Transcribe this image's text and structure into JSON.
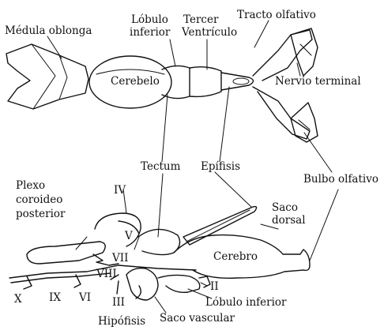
{
  "labels": {
    "medula_oblonga": "Médula oblonga",
    "lobulo_inferior_top_1": "Lóbulo",
    "lobulo_inferior_top_2": "inferior",
    "tercer_ventriculo_1": "Tercer",
    "tercer_ventriculo_2": "Ventrículo",
    "tracto_olfativo": "Tracto olfativo",
    "cerebelo": "Cerebelo",
    "nervio_terminal": "Nervio terminal",
    "tectum": "Tectum",
    "epifisis": "Epífisis",
    "bulbo_olfativo": "Bulbo olfativo",
    "plexo_1": "Plexo",
    "plexo_2": "coroideo",
    "plexo_3": "posterior",
    "saco_dorsal_1": "Saco",
    "saco_dorsal_2": "dorsal",
    "cerebro": "Cerebro",
    "iv": "IV",
    "v": "V",
    "vii": "VII",
    "viii": "VIII",
    "x": "X",
    "ix": "IX",
    "vi": "VI",
    "iii": "III",
    "ii": "II",
    "lobulo_inferior_bottom": "Lóbulo inferior",
    "saco_vascular": "Saco vascular",
    "hipofisis": "Hipófisis"
  }
}
